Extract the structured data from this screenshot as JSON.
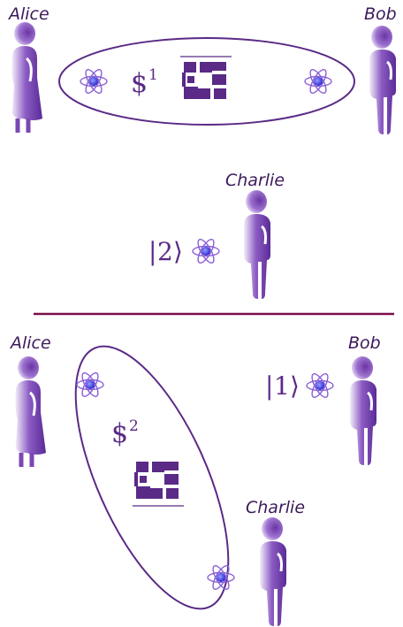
{
  "colors": {
    "accent": "#5a2a86",
    "figure": "#6a35a4",
    "divider": "#7a0f4a",
    "atom": "#8860d8",
    "atom_core": "#3a3ad8"
  },
  "top_panel": {
    "alice_label": "Alice",
    "bob_label": "Bob",
    "charlie_label": "Charlie",
    "contract_symbol": "$",
    "contract_superscript": "1",
    "ket_open": "|",
    "ket_value": "2",
    "ket_close": "⟩"
  },
  "bottom_panel": {
    "alice_label": "Alice",
    "bob_label": "Bob",
    "charlie_label": "Charlie",
    "contract_symbol": "$",
    "contract_superscript": "2",
    "ket_open": "|",
    "ket_value": "1",
    "ket_close": "⟩"
  },
  "icons": [
    "person-icon",
    "atom-icon",
    "quantum-money-logo-icon"
  ]
}
